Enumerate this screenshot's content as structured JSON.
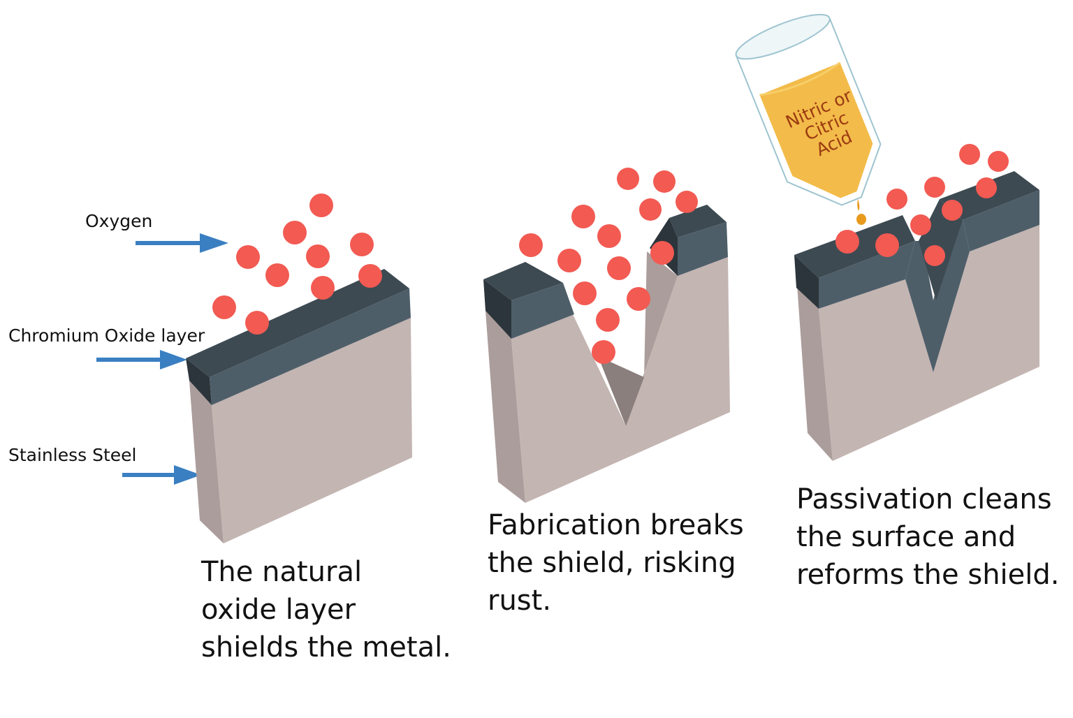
{
  "labels": {
    "oxygen": "Oxygen",
    "chromium_oxide": "Chromium Oxide layer",
    "stainless_steel": "Stainless Steel"
  },
  "acid_bottle": {
    "text": "Nitric or\nCitric\nAcid"
  },
  "panels": [
    {
      "id": "intact",
      "caption": "The natural\noxide layer\nshields the metal."
    },
    {
      "id": "damaged",
      "caption": "Fabrication breaks\nthe shield, risking\nrust."
    },
    {
      "id": "passivated",
      "caption": "Passivation cleans\nthe surface and\nreforms the shield."
    }
  ],
  "colors": {
    "oxygen_dot": "#f25a52",
    "oxide_top": "#3d4a52",
    "oxide_front": "#4e5e69",
    "oxide_side": "#2c353b",
    "steel_front": "#c3b5b2",
    "steel_side": "#ab9d9b",
    "arrow": "#3a7fc1",
    "acid": "#f2b53a"
  }
}
